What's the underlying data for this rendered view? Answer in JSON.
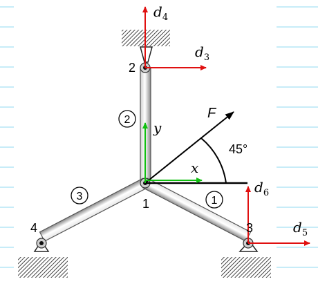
{
  "diagram": {
    "dof_labels": {
      "d3": {
        "base": "d",
        "sub": "3"
      },
      "d4": {
        "base": "d",
        "sub": "4"
      },
      "d5": {
        "base": "d",
        "sub": "5"
      },
      "d6": {
        "base": "d",
        "sub": "6"
      }
    },
    "node_labels": {
      "n1": "1",
      "n2": "2",
      "n3": "3",
      "n4": "4"
    },
    "element_labels": {
      "e1": "1",
      "e2": "2",
      "e3": "3"
    },
    "axes": {
      "x": "x",
      "y": "y"
    },
    "force_label": "F",
    "angle_label": "45°",
    "colors": {
      "member": "#9a9a9a",
      "dof_arrow": "#e01010",
      "local_axis": "#10c010",
      "line_stripes": "#8fd8f0",
      "hatch": "#555555"
    }
  }
}
